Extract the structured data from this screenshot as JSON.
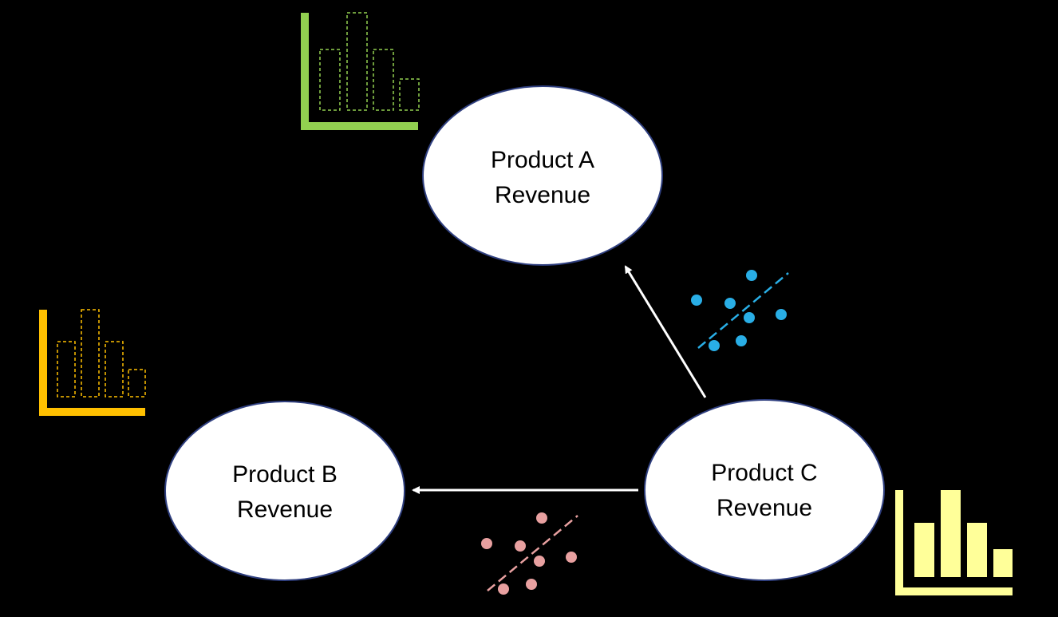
{
  "colors": {
    "background": "#000000",
    "node_fill": "#ffffff",
    "node_stroke": "#2f3f7f",
    "arrow": "#ffffff",
    "chart_a": "#92d050",
    "chart_b": "#ffc000",
    "chart_c": "#ffff99",
    "scatter_ca": "#29aee6",
    "scatter_cb": "#e8a0a0"
  },
  "nodes": {
    "product_a": {
      "line1": "Product A",
      "line2": "Revenue"
    },
    "product_b": {
      "line1": "Product B",
      "line2": "Revenue"
    },
    "product_c": {
      "line1": "Product C",
      "line2": "Revenue"
    }
  },
  "edges": [
    {
      "from": "product_c",
      "to": "product_a"
    },
    {
      "from": "product_c",
      "to": "product_b"
    }
  ],
  "icons": {
    "chart_a": "dashed-bar-chart-icon",
    "chart_b": "dashed-bar-chart-icon",
    "chart_c": "solid-bar-chart-icon",
    "scatter_ca": "scatter-regression-icon",
    "scatter_cb": "scatter-regression-icon"
  }
}
